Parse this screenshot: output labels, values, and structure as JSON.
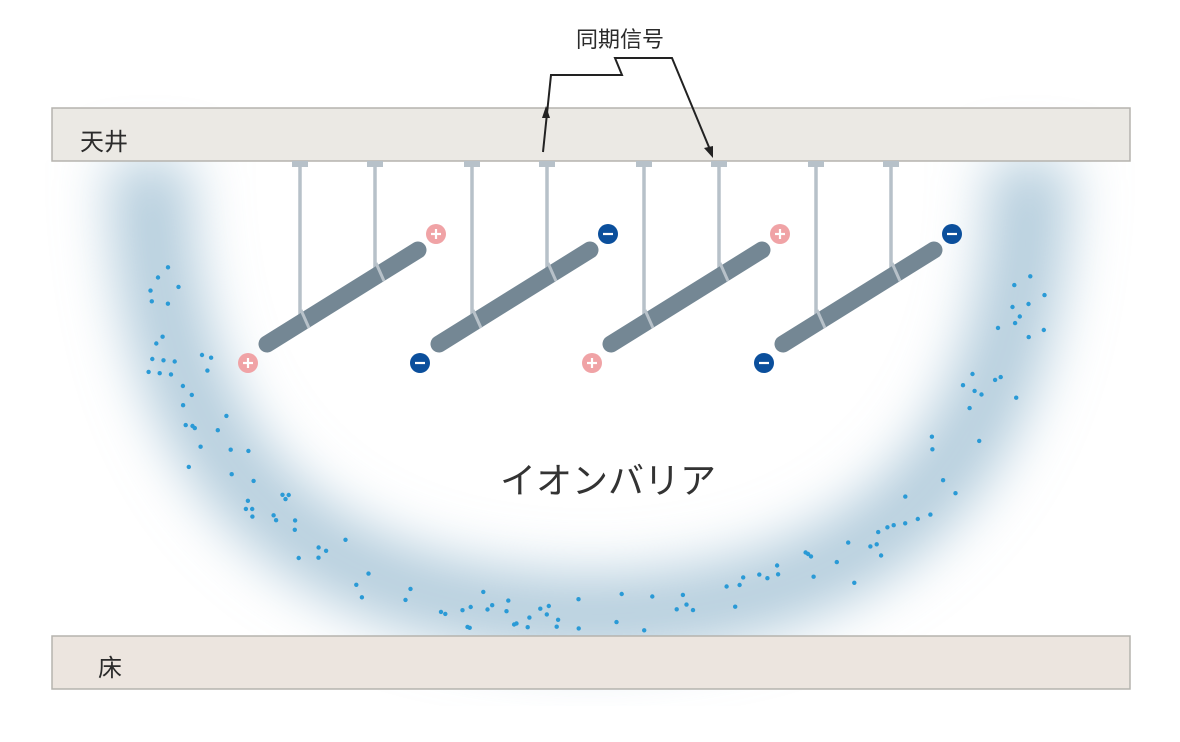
{
  "labels": {
    "ceiling": "天井",
    "floor": "床",
    "sync_signal": "同期信号",
    "ion_barrier": "イオンバリア"
  },
  "emitters": [
    {
      "left_charge": "+",
      "right_charge": "+"
    },
    {
      "left_charge": "-",
      "right_charge": "-"
    },
    {
      "left_charge": "+",
      "right_charge": "+"
    },
    {
      "left_charge": "-",
      "right_charge": "-"
    }
  ],
  "colors": {
    "ceiling_fill": "#ebe9e4",
    "floor_fill": "#ece5df",
    "panel_border": "#b5b3ae",
    "bar": "#748794",
    "hanger": "#b7c1c9",
    "positive": "#f0a3a6",
    "negative": "#0b4f9c",
    "ion_dot": "#2a9ad6",
    "glow": "#9bbcd0"
  }
}
